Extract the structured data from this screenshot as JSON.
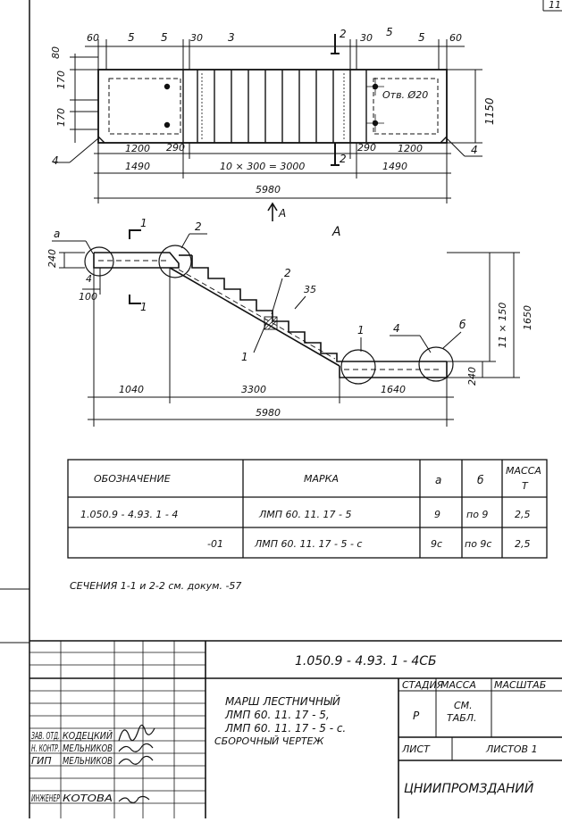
{
  "corner_mark": "11",
  "plan": {
    "dims_top": [
      "60",
      "5",
      "5",
      "30",
      "3",
      "2",
      "30",
      "5",
      "5",
      "60"
    ],
    "dims_left": [
      "80",
      "170",
      "170"
    ],
    "hole_note": "Отв. Ø20",
    "label_4_left": "4",
    "label_4_right": "4",
    "dim_height": "1150",
    "dims_inner": [
      "1200",
      "290",
      "290",
      "1200"
    ],
    "dim_1490_left": "1490",
    "dim_steps": "10 × 300 = 3000",
    "dim_1490_right": "1490",
    "dim_total": "5980",
    "view_arrow": "А",
    "section_2": "2",
    "section_2b": "2"
  },
  "elevation": {
    "view_title": "А",
    "circle_a": "а",
    "circle_b": "б",
    "dim_240_left": "240",
    "dim_100": "100",
    "label_4": "4",
    "section_1_top": "1",
    "section_1_bottom": "1",
    "label_2_top": "2",
    "label_2_mid": "2",
    "dim_35": "35",
    "label_1_left": "1",
    "label_1_right": "1",
    "label_4_right": "4",
    "dim_11x150": "11 × 150",
    "dim_1650": "1650",
    "dim_240_right": "240",
    "dim_1040": "1040",
    "dim_3300": "3300",
    "dim_1640": "1640",
    "dim_5980": "5980"
  },
  "spec_table": {
    "headers": [
      "ОБОЗНАЧЕНИЕ",
      "МАРКА",
      "а",
      "б",
      "МАССА\nТ"
    ],
    "header_mass_1": "МАССА",
    "header_mass_2": "Т",
    "rows": [
      [
        "1.050.9 - 4.93. 1 - 4",
        "ЛМП 60. 11. 17 - 5",
        "9",
        "по 9",
        "2,5"
      ],
      [
        "-01",
        "ЛМП 60. 11. 17 - 5 - с",
        "9с",
        "по 9с",
        "2,5"
      ]
    ]
  },
  "note": "СЕЧЕНИЯ  1-1 и 2-2  см. докум. -57",
  "title_block": {
    "doc_code": "1.050.9 - 4.93. 1 - 4СБ",
    "title_line1": "МАРШ  ЛЕСТНИЧНЫЙ",
    "title_line2": "ЛМП 60. 11. 17 - 5,",
    "title_line3": "ЛМП 60. 11. 17 - 5 - с.",
    "title_line4": "СБОРОЧНЫЙ  ЧЕРТЕЖ",
    "col_stage": "СТАДИЯ",
    "col_mass": "МАССА",
    "col_scale": "МАСШТАБ",
    "stage_value": "Р",
    "mass_value_1": "СМ.",
    "mass_value_2": "ТАБЛ.",
    "sheet_label": "ЛИСТ",
    "sheets_label": "ЛИСТОВ  1",
    "org": "ЦНИИПРОМЗДАНИЙ",
    "staff": [
      {
        "role": "ЗАВ. ОТД.",
        "name": "КОДЕЦКИЙ"
      },
      {
        "role": "Н. КОНТР.",
        "name": "МЕЛЬНИКОВ"
      },
      {
        "role": "ГИП",
        "name": "МЕЛЬНИКОВ"
      },
      {
        "role": "ИНЖЕНЕР",
        "name": "КОТОВА"
      }
    ]
  }
}
